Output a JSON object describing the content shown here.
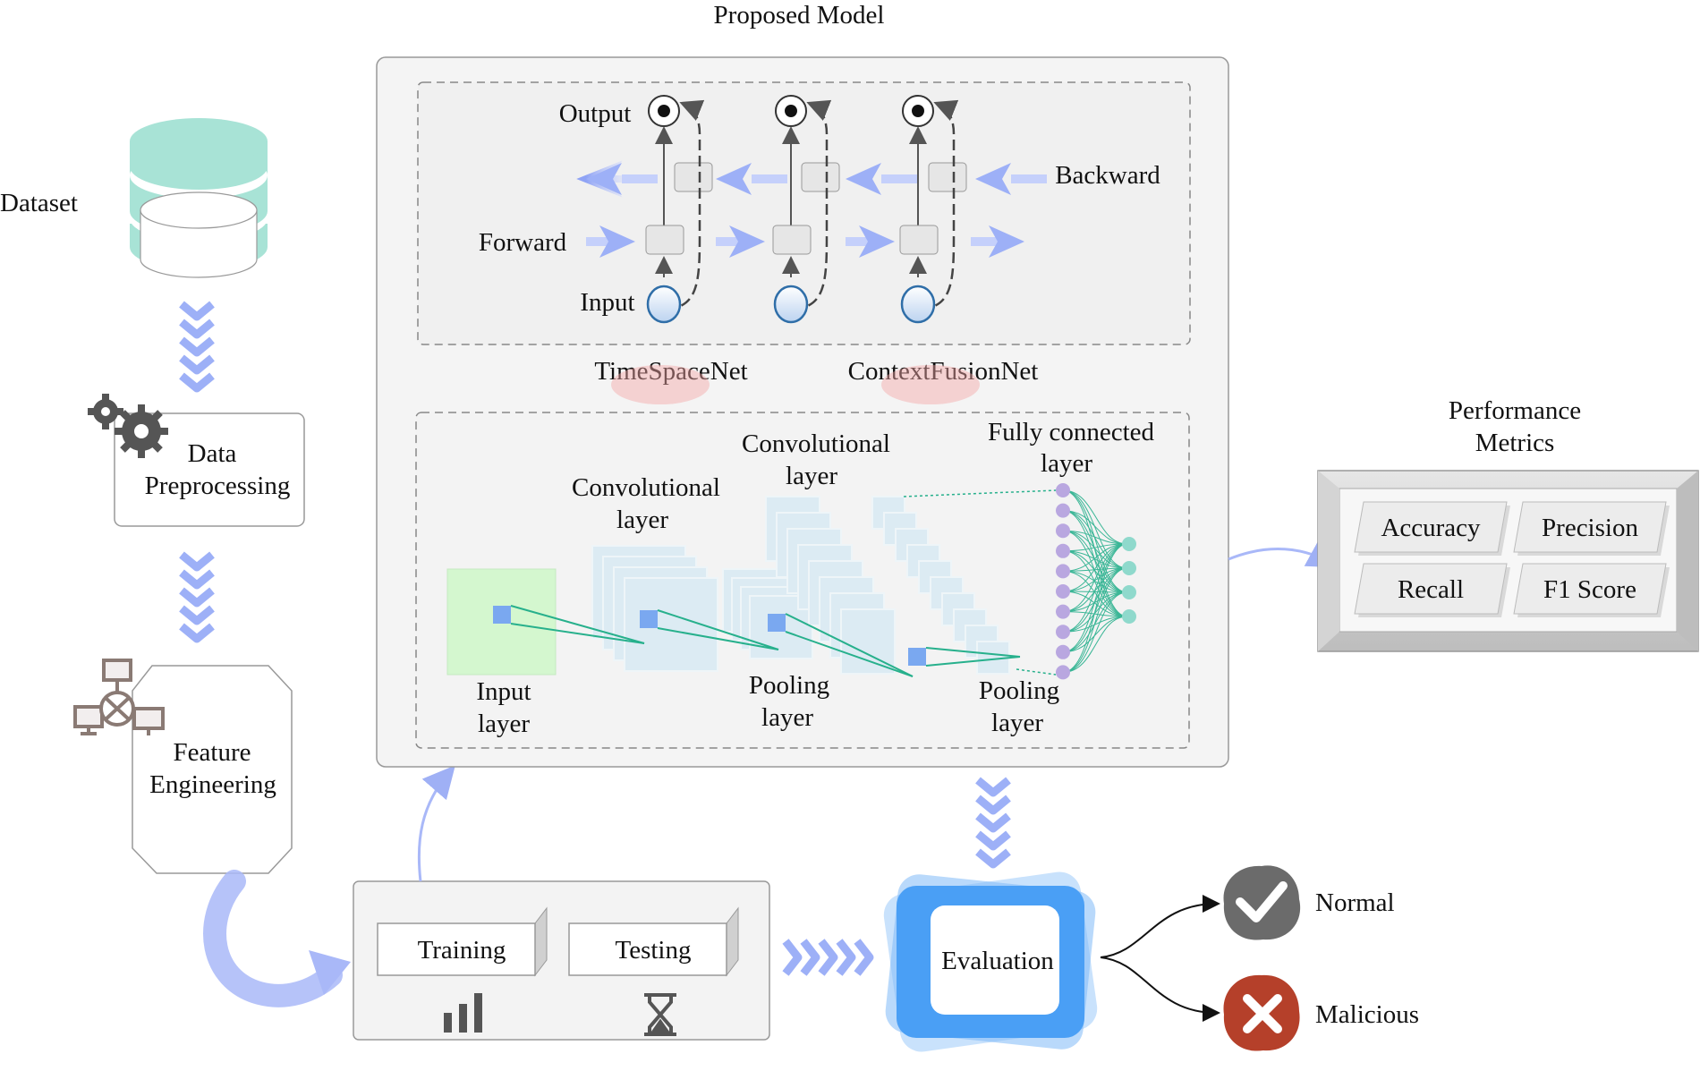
{
  "title": "Proposed Model",
  "dataset_label": "Dataset",
  "data_preprocessing": [
    "Data",
    "Preprocessing"
  ],
  "feature_engineering": [
    "Feature",
    "Engineering"
  ],
  "split": {
    "training": "Training",
    "testing": "Testing"
  },
  "evaluation_label": "Evaluation",
  "outcomes": {
    "normal": "Normal",
    "malicious": "Malicious"
  },
  "metrics": {
    "title": [
      "Performance",
      "Metrics"
    ],
    "items": [
      "Accuracy",
      "Precision",
      "Recall",
      "F1 Score"
    ]
  },
  "bilstm": {
    "output": "Output",
    "backward": "Backward",
    "forward": "Forward",
    "input": "Input"
  },
  "nets": [
    "TimeSpaceNet",
    "ContextFusionNet"
  ],
  "cnn": {
    "input_layer": [
      "Input",
      "layer"
    ],
    "conv1": [
      "Convolutional",
      "layer"
    ],
    "pool1": [
      "Pooling",
      "layer"
    ],
    "conv2": [
      "Convolutional",
      "layer"
    ],
    "pool2": [
      "Pooling",
      "layer"
    ],
    "fc": [
      "Fully connected",
      "layer"
    ]
  },
  "colors": {
    "arrow_blue": "#8fa3f5",
    "teal": "#8fd9cc",
    "eval_blue": "#4a9ff5",
    "normal_gray": "#6b6b6b",
    "malicious_red": "#b5402a",
    "fc_green": "#27b08c",
    "node_purple": "#b9a7e0"
  }
}
